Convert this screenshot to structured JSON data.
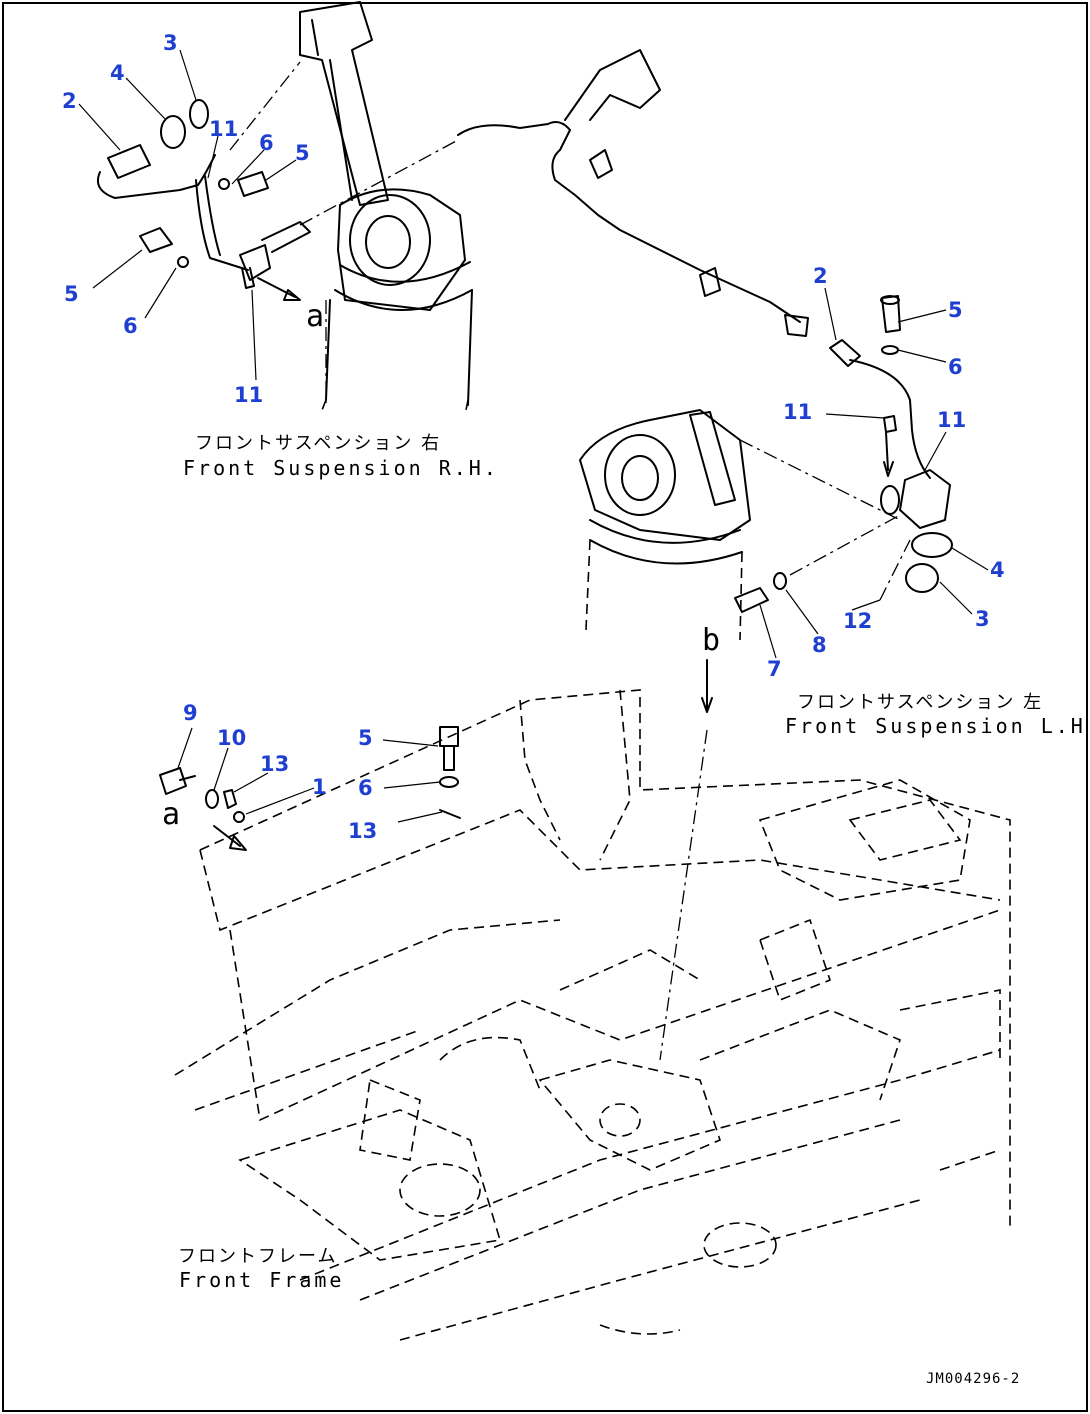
{
  "callouts": {
    "c1": "1",
    "c2": "2",
    "c3": "3",
    "c4": "4",
    "c5": "5",
    "c6": "6",
    "c7": "7",
    "c8": "8",
    "c9": "9",
    "c10": "10",
    "c11": "11",
    "c12": "12",
    "c13": "13"
  },
  "view_letters": {
    "a": "a",
    "b": "b"
  },
  "captions": {
    "susp_rh_jp": "フロントサスペンション 右",
    "susp_rh_en": "Front Suspension R.H.",
    "susp_lh_jp": "フロントサスペンション 左",
    "susp_lh_en": "Front Suspension L.H.",
    "frame_jp": "フロントフレーム",
    "frame_en": "Front Frame"
  },
  "doc_id": "JM004296-2",
  "colors": {
    "callout": "#1f3fd1",
    "line": "#000000",
    "background": "#ffffff"
  }
}
